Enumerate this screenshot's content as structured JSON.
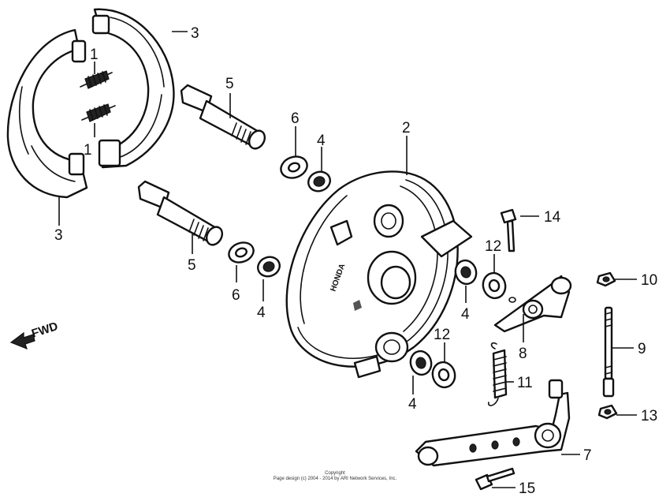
{
  "diagram": {
    "engraving": "HONDA",
    "direction_label": "FWD",
    "callouts": {
      "c1a": "1",
      "c1b": "1",
      "c2": "2",
      "c3a": "3",
      "c3b": "3",
      "c4a": "4",
      "c4b": "4",
      "c4c": "4",
      "c4d": "4",
      "c5a": "5",
      "c5b": "5",
      "c6a": "6",
      "c6b": "6",
      "c7": "7",
      "c8": "8",
      "c9": "9",
      "c10": "10",
      "c11": "11",
      "c12a": "12",
      "c12b": "12",
      "c13": "13",
      "c14": "14",
      "c15": "15"
    },
    "copyright": {
      "line1": "Copyright",
      "line2": "Page design (c) 2004 - 2014 by ARI Network Services, Inc."
    }
  }
}
